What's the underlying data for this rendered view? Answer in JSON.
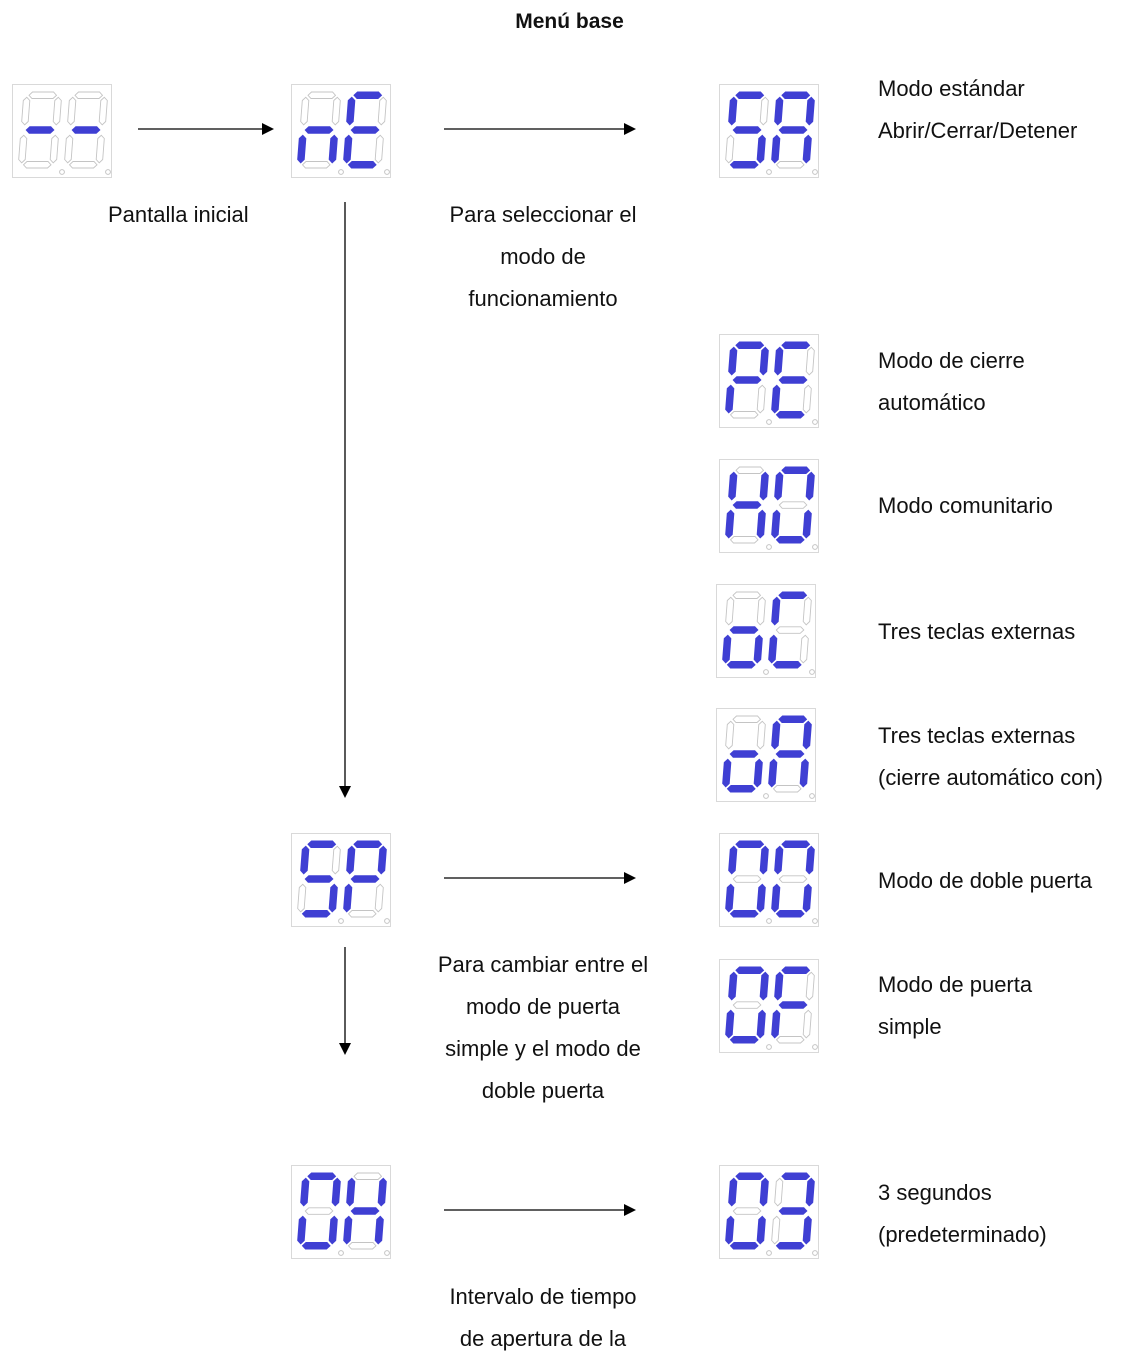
{
  "title": "Menú base",
  "colors": {
    "segment_on": "#3f3fd3",
    "segment_off": "#c4c4c4",
    "arrow": "#000000"
  },
  "displays": {
    "initial": "--",
    "ne": "nE",
    "sa": "SA",
    "pe": "PE",
    "ho": "HO",
    "oc": "oC",
    "oa": "oA",
    "sp": "SP",
    "oo": "OO",
    "of": "OF",
    "oh": "OH",
    "o3": "O3"
  },
  "labels": {
    "initial": "Pantalla inicial",
    "ne_desc": [
      "Para seleccionar el",
      "modo de",
      "funcionamiento"
    ],
    "sa_desc": [
      "Modo estándar",
      "Abrir/Cerrar/Detener"
    ],
    "pe_desc": [
      "Modo de cierre",
      "automático"
    ],
    "ho_desc": "Modo comunitario",
    "oc_desc": "Tres teclas externas",
    "oa_desc": [
      "Tres teclas externas",
      "(cierre automático con)"
    ],
    "sp_desc": [
      "Para cambiar entre el",
      "modo de puerta",
      "simple y el modo de",
      "doble puerta"
    ],
    "oo_desc": "Modo de doble puerta",
    "of_desc": [
      "Modo de puerta",
      "simple"
    ],
    "o3_desc": [
      "3 segundos",
      "(predeterminado)"
    ],
    "oh_desc": [
      "Intervalo de tiempo",
      "de apertura de la"
    ]
  }
}
